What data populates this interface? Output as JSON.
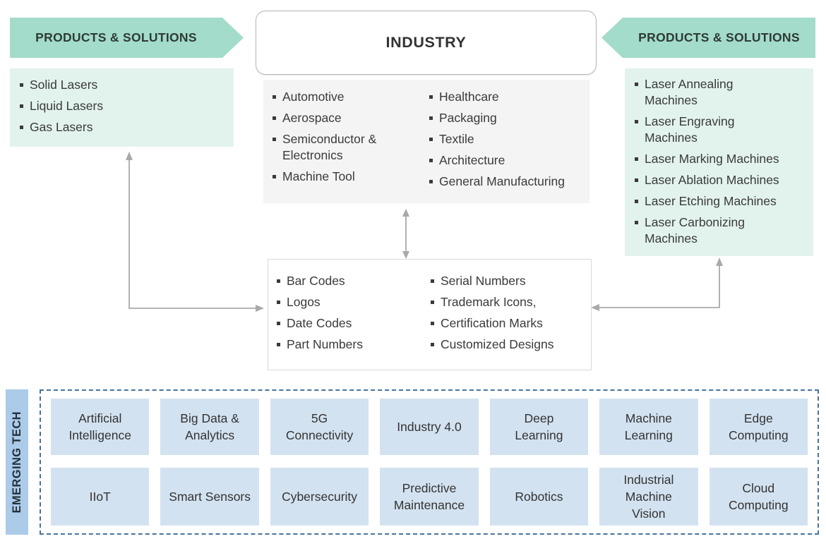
{
  "banners": {
    "left": "PRODUCTS & SOLUTIONS",
    "right": "PRODUCTS & SOLUTIONS"
  },
  "industry": {
    "title": "INDUSTRY",
    "col1": [
      "Automotive",
      "Aerospace",
      "Semiconductor &\nElectronics",
      "Machine Tool"
    ],
    "col2": [
      "Healthcare",
      "Packaging",
      "Textile",
      "Architecture",
      "General Manufacturing"
    ]
  },
  "products_left": {
    "items": [
      "Solid Lasers",
      "Liquid Lasers",
      "Gas Lasers"
    ]
  },
  "products_right": {
    "items": [
      "Laser Annealing\nMachines",
      "Laser Engraving\nMachines",
      "Laser Marking Machines",
      "Laser Ablation Machines",
      "Laser Etching Machines",
      "Laser Carbonizing\nMachines"
    ]
  },
  "markings": {
    "col1": [
      "Bar Codes",
      "Logos",
      "Date Codes",
      "Part Numbers"
    ],
    "col2": [
      "Serial Numbers",
      "Trademark Icons,",
      "Certification Marks",
      "Customized Designs"
    ]
  },
  "emerging_tech": {
    "label": "EMERGING TECH",
    "row1": [
      "Artificial\nIntelligence",
      "Big Data &\nAnalytics",
      "5G\nConnectivity",
      "Industry 4.0",
      "Deep\nLearning",
      "Machine\nLearning",
      "Edge\nComputing"
    ],
    "row2": [
      "IIoT",
      "Smart Sensors",
      "Cybersecurity",
      "Predictive\nMaintenance",
      "Robotics",
      "Industrial\nMachine\nVision",
      "Cloud\nComputing"
    ]
  },
  "colors": {
    "banner_teal": "#a3dcca",
    "panel_mint": "#e2f3ed",
    "panel_gray": "#f4f4f4",
    "industry_border": "#b3b3b3",
    "markings_border": "#d9d9d9",
    "connector_gray": "#a9a9a9",
    "tile_blue": "#d3e2f0",
    "emtech_bar_blue": "#abcbe9",
    "emtech_dashed_border": "#47749d",
    "text_dark": "#333333"
  }
}
